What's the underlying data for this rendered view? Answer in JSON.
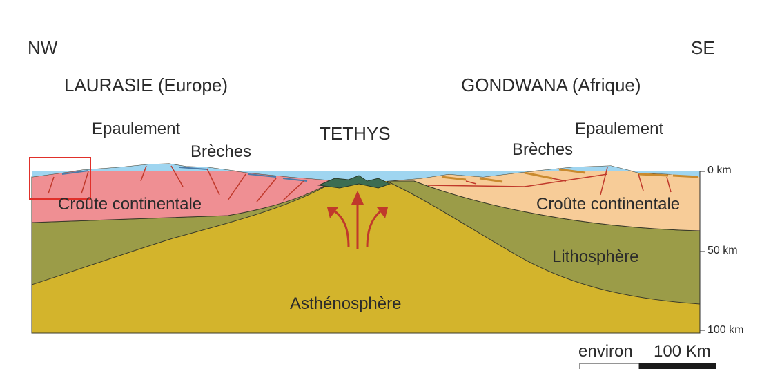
{
  "orientation": {
    "left": "NW",
    "right": "SE"
  },
  "plates": {
    "left": "LAURASIE (Europe)",
    "right": "GONDWANA (Afrique)"
  },
  "ocean": "TETHYS",
  "features": {
    "left_shoulder": "Epaulement",
    "left_breccia": "Brèches",
    "right_shoulder": "Epaulement",
    "right_breccia": "Brèches"
  },
  "layers": {
    "crust_left": "Croûte continentale",
    "crust_right": "Croûte continentale",
    "lithosphere": "Lithosphère",
    "asthenosphere": "Asthénosphère"
  },
  "depth_scale": {
    "ticks": [
      "0 km",
      "50 km",
      "100 km"
    ]
  },
  "scale_bar": {
    "prefix": "environ",
    "value": "100 Km"
  },
  "colors": {
    "sea": "#9fd5f0",
    "crust_left": "#ef8f93",
    "crust_right": "#f7cc98",
    "lithosphere": "#9b9c48",
    "asthenosphere": "#d3b42c",
    "oceanic_crust": "#3c6d52",
    "arrows": "#c0392b",
    "highlight_box": "#e0302a"
  }
}
